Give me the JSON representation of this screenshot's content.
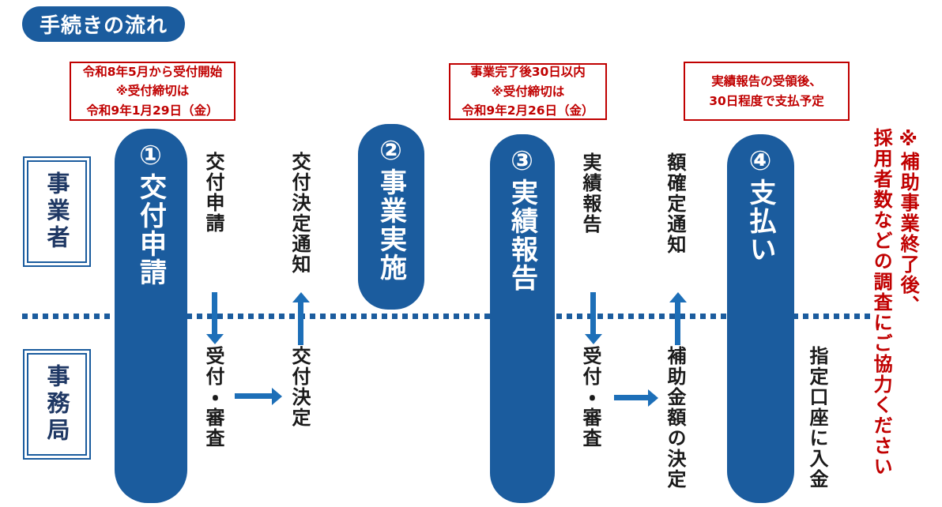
{
  "title": "手続きの流れ",
  "colors": {
    "primary_blue": "#1B5C9E",
    "arrow_blue": "#1D6FB8",
    "alert_red": "#C00000",
    "actor_navy": "#1F3864",
    "label_black": "#1A1A1A"
  },
  "actors": {
    "top": "事業者",
    "bottom": "事務局"
  },
  "notes": [
    {
      "lines": [
        "令和8年5月から受付開始",
        "※受付締切は",
        "令和9年1月29日（金）"
      ]
    },
    {
      "lines": [
        "事業完了後30日以内",
        "※受付締切は",
        "令和9年2月26日（金）"
      ]
    },
    {
      "lines": [
        "実績報告の受領後、",
        "30日程度で支払予定"
      ]
    }
  ],
  "steps": [
    {
      "label": "①交付申請"
    },
    {
      "label": "②事業実施"
    },
    {
      "label": "③実績報告"
    },
    {
      "label": "④支払い"
    }
  ],
  "flow_labels": {
    "kofu_shinsei": "交付申請",
    "kofu_kettei_tsuchi": "交付決定通知",
    "uketsuke_shinsa_1": "受付・審査",
    "kofu_kettei": "交付決定",
    "jisseki_hokoku": "実績報告",
    "gaku_kakutei_tsuchi": "額確定通知",
    "uketsuke_shinsa_2": "受付・審査",
    "hojo_kingaku_no_kettei": "補助金額の決定",
    "shitei_koza_ni_nyukin": "指定口座に入金"
  },
  "right_note": {
    "line1": "※補助事業終了後、",
    "line2": "採用者数などの調査にご協力ください"
  }
}
